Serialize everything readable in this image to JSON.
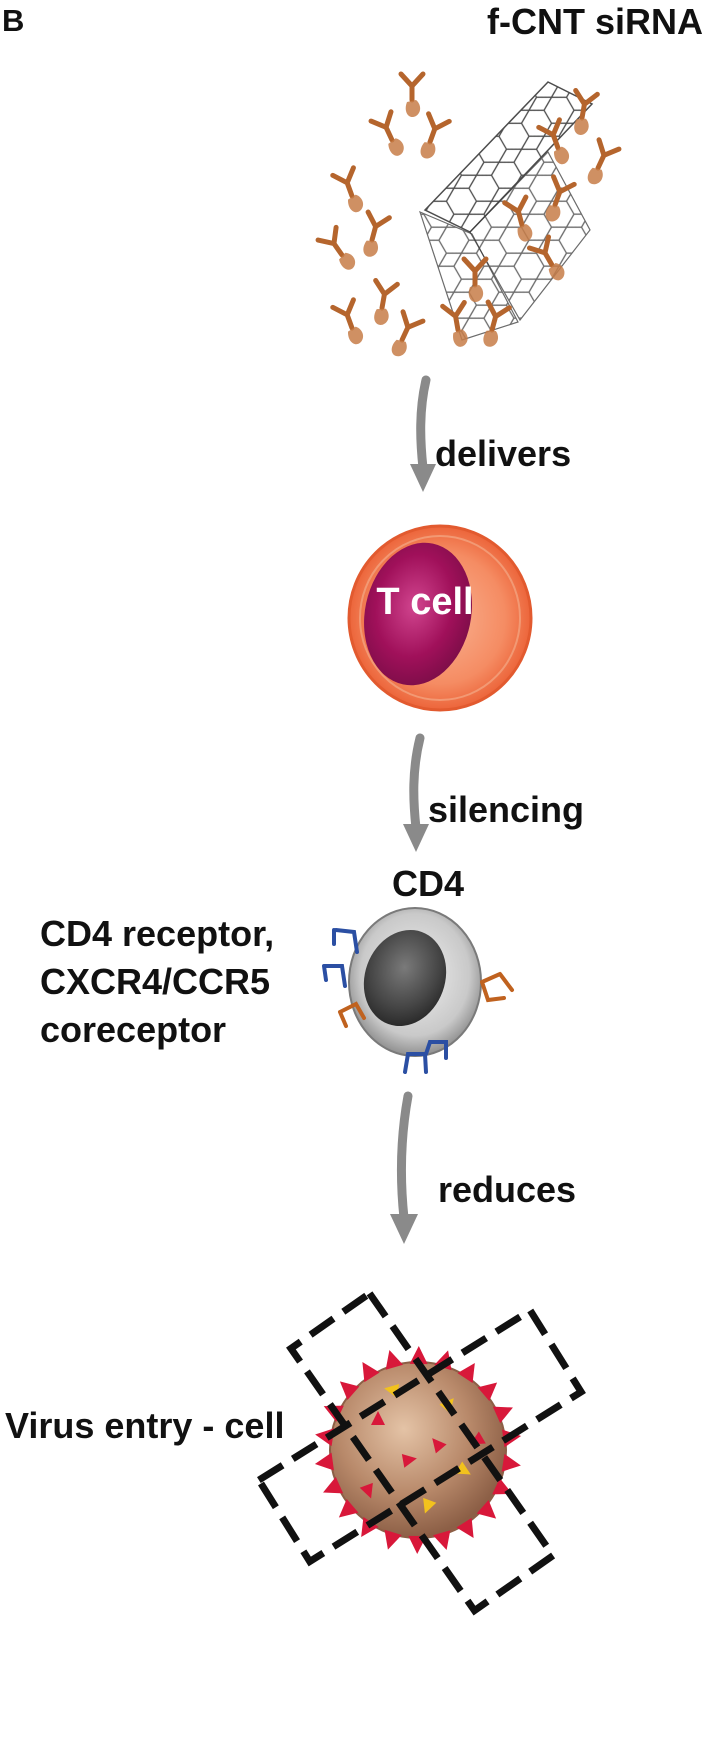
{
  "panel_label": "B",
  "title": "f-CNT siRNA",
  "steps": [
    "delivers",
    "silencing",
    "reduces"
  ],
  "tcell_label": "T cell",
  "cd4_label": "CD4",
  "receptor_lines": [
    "CD4 receptor,",
    "CXCR4/CCR5",
    "coreceptor"
  ],
  "virus_label": "Virus entry - cell",
  "colors": {
    "arrow": "#8a8a8a",
    "antibody": "#b5652d",
    "nanotube": "#3a3a3a",
    "tcell_membrane": "#f06a3e",
    "tcell_nucleus": "#a0105a",
    "cd4_receptor": "#2b4fa3",
    "coreceptor": "#c0621f",
    "virus_body": "#b8896a",
    "virus_spike": "#d8183a",
    "virus_dot": "#f2c21d",
    "cross": "#111111"
  },
  "icons": [
    "carbon-nanotube-icon",
    "antibody-icon",
    "t-cell-icon",
    "cd4-cell-icon",
    "coronavirus-icon",
    "blocked-cross-icon"
  ]
}
